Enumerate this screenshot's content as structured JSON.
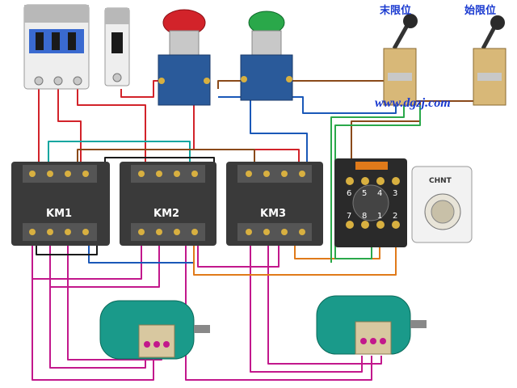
{
  "labels": {
    "end_limit": "末限位",
    "start_limit": "始限位",
    "watermark": "www.dgzj.com",
    "km1": "KM1",
    "km2": "KM2",
    "km3": "KM3",
    "timer_brand": "CHNT",
    "relay_top_terminals": [
      "6",
      "5",
      "4",
      "3"
    ],
    "relay_bottom_terminals": [
      "7",
      "8",
      "1",
      "2"
    ]
  },
  "colors": {
    "wire_red": "#d2232a",
    "wire_magenta": "#c2188c",
    "wire_blue": "#1a58b8",
    "wire_teal": "#0fa6a0",
    "wire_brown": "#8a4a1a",
    "wire_orange": "#e07a1a",
    "wire_green": "#2aa84a",
    "wire_black": "#1a1a1a",
    "contactor_body": "#3a3a3a",
    "motor_body": "#1a9a8a",
    "watermark": "#1a3ad0"
  }
}
